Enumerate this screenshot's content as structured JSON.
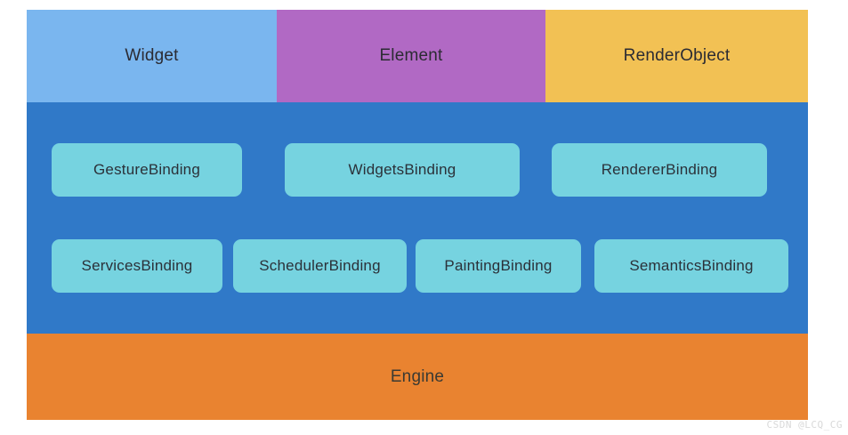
{
  "diagram": {
    "title_layers": {
      "top_layer": {
        "cells": [
          {
            "label": "Widget",
            "color": "#7AB6EF"
          },
          {
            "label": "Element",
            "color": "#B169C4"
          },
          {
            "label": "RenderObject",
            "color": "#F2C154"
          }
        ]
      },
      "binding_layer": {
        "color": "#3079C8",
        "box_color": "#76D3E0",
        "rows": [
          {
            "boxes": [
              {
                "label": "GestureBinding"
              },
              {
                "label": "WidgetsBinding"
              },
              {
                "label": "RendererBinding"
              }
            ]
          },
          {
            "boxes": [
              {
                "label": "ServicesBinding"
              },
              {
                "label": "SchedulerBinding"
              },
              {
                "label": "PaintingBinding"
              },
              {
                "label": "SemanticsBinding"
              }
            ]
          }
        ]
      },
      "bottom_layer": {
        "label": "Engine",
        "color": "#E98330"
      }
    }
  },
  "watermark": {
    "text": "CSDN @LCQ_CG"
  }
}
